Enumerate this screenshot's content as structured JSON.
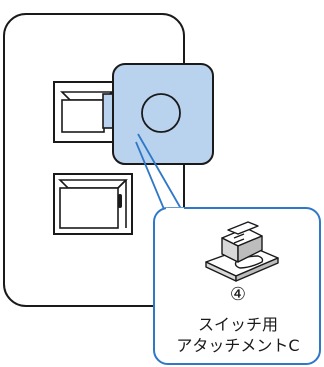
{
  "callout": {
    "number": "④",
    "line1": "スイッチ用",
    "line2": "アタッチメントC"
  },
  "colors": {
    "outline": "#1a1a1a",
    "attachment_fill": "#b9d3ef",
    "callout_border": "#2f78c8",
    "callout_bg": "#ffffff"
  },
  "icons": {
    "attachment_part": "attachment-c-part-icon"
  }
}
